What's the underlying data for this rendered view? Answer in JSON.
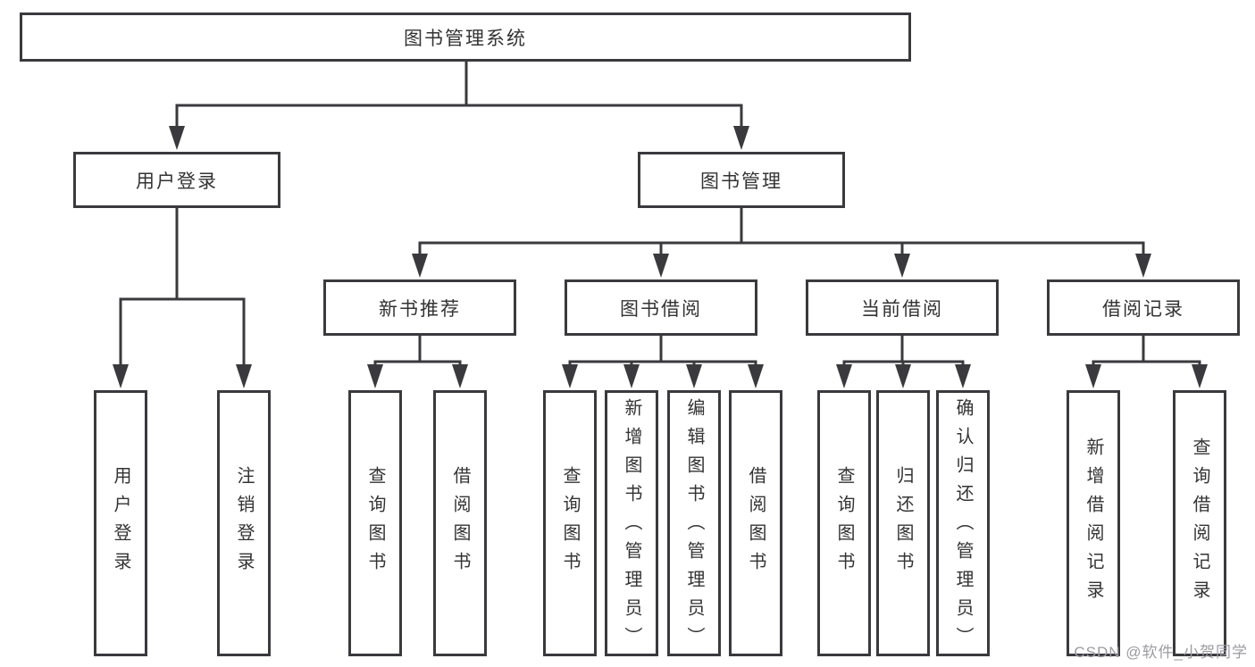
{
  "colors": {
    "line": "#3a3a3e",
    "text": "#333333",
    "watermark": "#9b9ba3"
  },
  "watermark": {
    "text": "CSDN @软件_小贺同学"
  },
  "tree": {
    "label": "图书管理系统",
    "children": [
      {
        "label": "用户登录",
        "children": [
          {
            "label": "用户登录"
          },
          {
            "label": "注销登录"
          }
        ]
      },
      {
        "label": "图书管理",
        "children": [
          {
            "label": "新书推荐",
            "children": [
              {
                "label": "查询图书"
              },
              {
                "label": "借阅图书"
              }
            ]
          },
          {
            "label": "图书借阅",
            "children": [
              {
                "label": "查询图书"
              },
              {
                "label": "新增图书（管理员）"
              },
              {
                "label": "编辑图书（管理员）"
              },
              {
                "label": "借阅图书"
              }
            ]
          },
          {
            "label": "当前借阅",
            "children": [
              {
                "label": "查询图书"
              },
              {
                "label": "归还图书"
              },
              {
                "label": "确认归还（管理员）"
              }
            ]
          },
          {
            "label": "借阅记录",
            "children": [
              {
                "label": "新增借阅记录"
              },
              {
                "label": "查询借阅记录"
              }
            ]
          }
        ]
      }
    ]
  }
}
